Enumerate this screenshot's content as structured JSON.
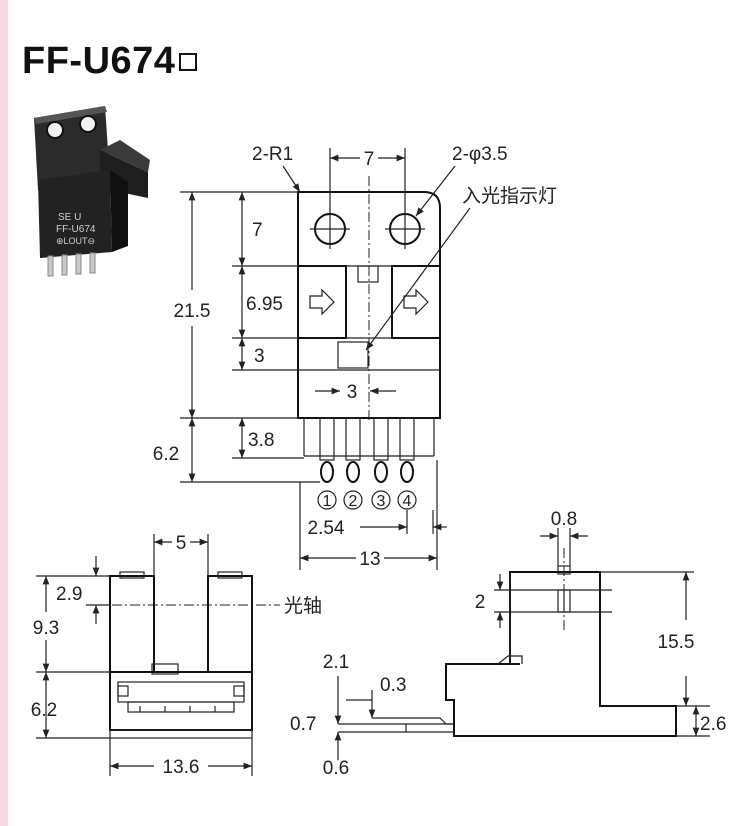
{
  "title": "FF-U674",
  "photo": {
    "label_line1": "SE U",
    "label_line2": "FF-U674",
    "label_line3": "⊕LOUT⊖"
  },
  "top_view": {
    "radius_label": "2-R1",
    "hole_pitch": "7",
    "hole_dia": "2-φ3.5",
    "indicator_label": "入光指示灯",
    "dim_7": "7",
    "dim_21_5": "21.5",
    "dim_6_95": "6.95",
    "dim_3_left": "3",
    "dim_3_center": "3",
    "dim_6_2": "6.2",
    "dim_3_8": "3.8",
    "pins": [
      "1",
      "2",
      "3",
      "4"
    ],
    "pin_pitch": "2.54",
    "width": "13"
  },
  "front_view": {
    "slot_width": "5",
    "dim_2_9": "2.9",
    "optical_axis": "光轴",
    "dim_9_3": "9.3",
    "dim_6_2": "6.2",
    "width": "13.6"
  },
  "side_view": {
    "dim_0_8": "0.8",
    "dim_2": "2",
    "dim_15_5": "15.5",
    "dim_2_1": "2.1",
    "dim_0_3": "0.3",
    "dim_0_7": "0.7",
    "dim_2_6": "2.6",
    "dim_0_6": "0.6"
  }
}
